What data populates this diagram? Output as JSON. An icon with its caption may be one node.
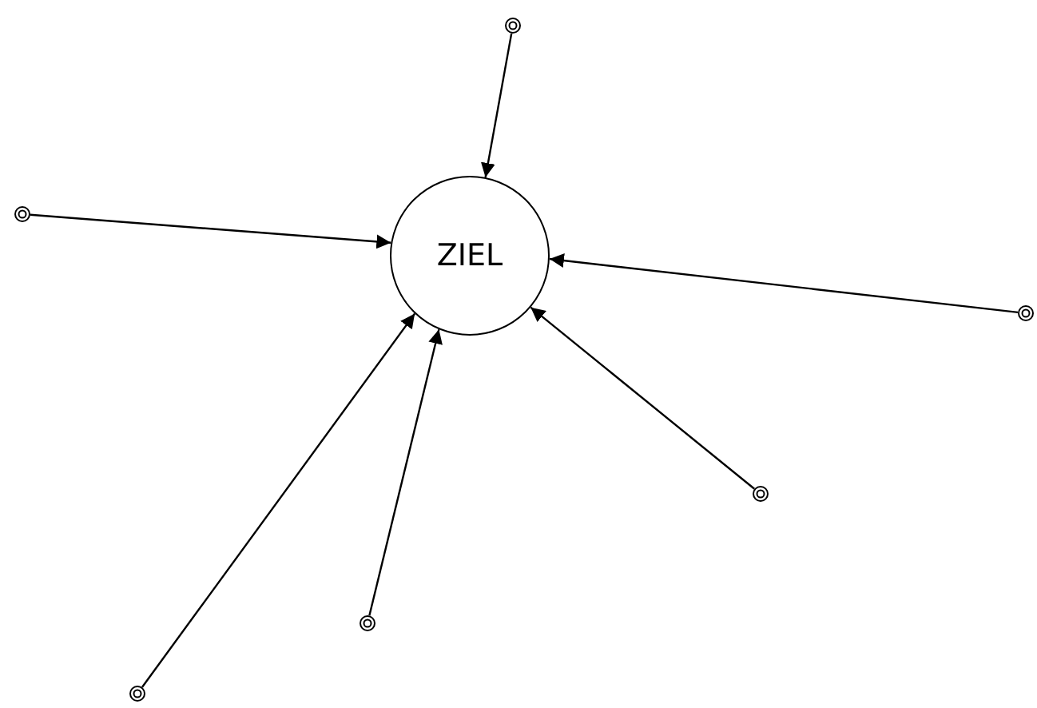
{
  "diagram": {
    "nodes": [
      {
        "text": [
          "ZIEL"
        ]
      },
      {
        "text": [],
        "shape": "circle"
      },
      {
        "text": [],
        "shape": "circle"
      },
      {
        "text": [],
        "shape": "circle"
      },
      {
        "text": [],
        "shape": "circle"
      },
      {
        "text": [],
        "shape": "circle"
      },
      {
        "text": [],
        "shape": "circle"
      }
    ],
    "edges": [
      {
        "from": 1,
        "to": 0,
        "arrow": "to"
      },
      {
        "from": 2,
        "to": 0,
        "arrow": "to"
      },
      {
        "from": 3,
        "to": 0,
        "arrow": "to"
      },
      {
        "from": 4,
        "to": 0,
        "arrow": "to"
      },
      {
        "from": 5,
        "to": 0,
        "arrow": "to"
      },
      {
        "from": 6,
        "to": 0,
        "arrow": "to"
      }
    ]
  }
}
